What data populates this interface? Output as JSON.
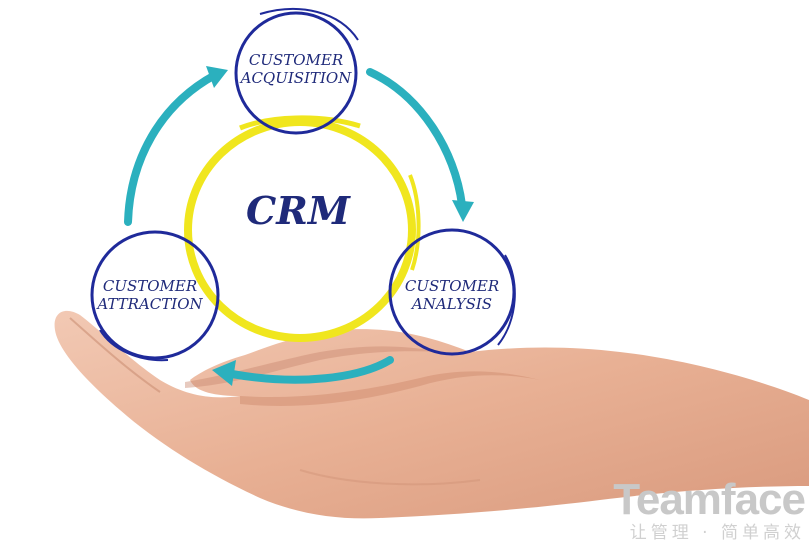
{
  "diagram": {
    "center_label": "CRM",
    "nodes": [
      {
        "id": "acquisition",
        "line1": "CUSTOMER",
        "line2": "ACQUISITION"
      },
      {
        "id": "analysis",
        "line1": "CUSTOMER",
        "line2": "ANALYSIS"
      },
      {
        "id": "attraction",
        "line1": "CUSTOMER",
        "line2": "ATTRACTION"
      }
    ],
    "colors": {
      "node_stroke": "#1f2a9a",
      "text": "#1f2a7a",
      "ring": "#f0e61e",
      "arrow": "#2bb0be",
      "skin": "#e8b49a"
    }
  },
  "watermark": {
    "brand": "Teamface",
    "tagline": "让管理 · 简单高效"
  },
  "icons": {
    "hand": "open-palm-hand-icon"
  }
}
